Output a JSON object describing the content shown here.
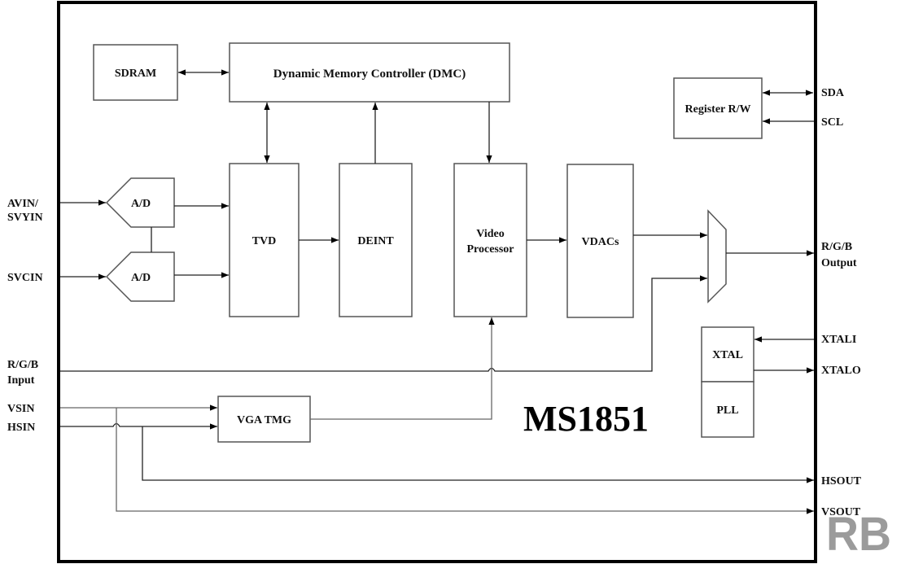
{
  "diagram": {
    "chip_name": "MS1851",
    "blocks": {
      "sdram": "SDRAM",
      "dmc": "Dynamic Memory Controller (DMC)",
      "register_rw": "Register R/W",
      "ad1": "A/D",
      "ad2": "A/D",
      "tvd": "TVD",
      "deint": "DEINT",
      "video_processor_line1": "Video",
      "video_processor_line2": "Processor",
      "vdacs": "VDACs",
      "xtal": "XTAL",
      "pll": "PLL",
      "vga_tmg": "VGA TMG"
    },
    "input_pins": {
      "avin_line1": "AVIN/",
      "avin_line2": "SVYIN",
      "svcin": "SVCIN",
      "rgb_in_line1": "R/G/B",
      "rgb_in_line2": "Input",
      "vsin": "VSIN",
      "hsin": "HSIN"
    },
    "output_pins": {
      "sda": "SDA",
      "scl": "SCL",
      "rgb_out_line1": "R/G/B",
      "rgb_out_line2": "Output",
      "xtali": "XTALI",
      "xtalo": "XTALO",
      "hsout": "HSOUT",
      "vsout": "VSOUT"
    },
    "connections": [
      {
        "from": "SDRAM",
        "to": "DMC",
        "direction": "bidirectional"
      },
      {
        "from": "DMC",
        "to": "TVD",
        "direction": "bidirectional"
      },
      {
        "from": "DEINT",
        "to": "DMC",
        "direction": "forward"
      },
      {
        "from": "DMC",
        "to": "Video Processor",
        "direction": "forward"
      },
      {
        "from": "AVIN/SVYIN",
        "to": "A/D (1)",
        "direction": "forward"
      },
      {
        "from": "SVCIN",
        "to": "A/D (2)",
        "direction": "forward"
      },
      {
        "from": "A/D (1)",
        "to": "TVD",
        "direction": "forward"
      },
      {
        "from": "A/D (2)",
        "to": "TVD",
        "direction": "forward"
      },
      {
        "from": "TVD",
        "to": "DEINT",
        "direction": "forward"
      },
      {
        "from": "Video Processor",
        "to": "VDACs",
        "direction": "forward"
      },
      {
        "from": "VDACs",
        "to": "MUX",
        "direction": "forward"
      },
      {
        "from": "R/G/B Input",
        "to": "MUX",
        "direction": "forward"
      },
      {
        "from": "MUX",
        "to": "R/G/B Output",
        "direction": "forward"
      },
      {
        "from": "SDA",
        "to": "Register R/W",
        "direction": "bidirectional"
      },
      {
        "from": "SCL",
        "to": "Register R/W",
        "direction": "forward"
      },
      {
        "from": "XTALI",
        "to": "XTAL",
        "direction": "forward"
      },
      {
        "from": "XTAL",
        "to": "XTALO",
        "direction": "forward"
      },
      {
        "from": "VSIN",
        "to": "VGA TMG",
        "direction": "forward"
      },
      {
        "from": "HSIN",
        "to": "VGA TMG",
        "direction": "forward"
      },
      {
        "from": "VGA TMG",
        "to": "Video Processor",
        "direction": "forward"
      },
      {
        "from": "HSIN",
        "to": "HSOUT",
        "direction": "forward"
      },
      {
        "from": "VSIN",
        "to": "VSOUT",
        "direction": "forward"
      }
    ],
    "watermark": "RB"
  }
}
